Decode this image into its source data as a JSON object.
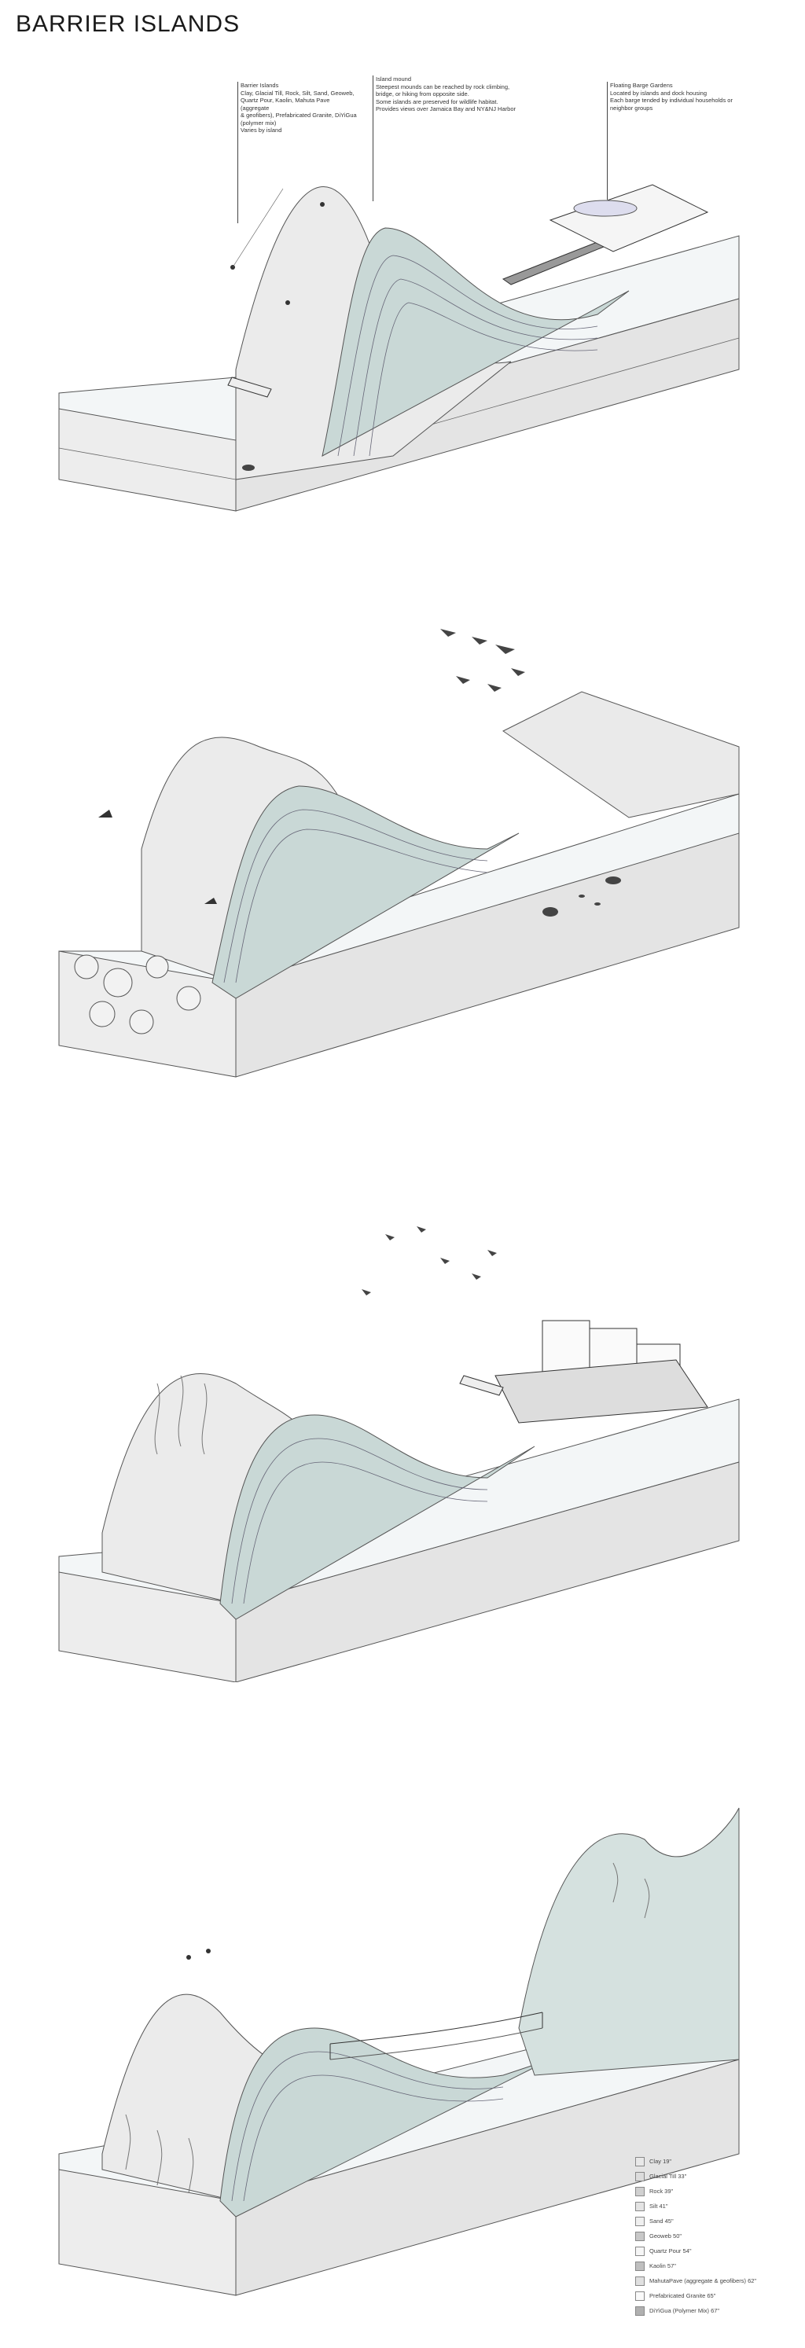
{
  "title": "BARRIER ISLANDS",
  "annotations": {
    "barrier_islands": "Barrier Islands\nClay, Glacial Till, Rock, Silt, Sand, Geoweb,\nQuartz Pour, Kaolin, Mahuta Pave (aggregate\n& geofibers), Prefabricated Granite, DiYiGua\n(polymer mix)\nVaries by island",
    "island_mound": "Island mound\nSteepest mounds can be reached by rock climbing,\nbridge, or hiking from opposite side.\nSome islands are preserved for wildlife habitat.\nProvides views over Jamaica Bay and NY&NJ Harbor",
    "floating_barge": "Floating Barge Gardens\nLocated by islands and dock housing\nEach barge tended by individual households or\nneighbor groups"
  },
  "legend": [
    {
      "label": "Clay 19\"",
      "color": "#e8e8e8"
    },
    {
      "label": "Glacial Till 33\"",
      "color": "#dcdcdc"
    },
    {
      "label": "Rock 39\"",
      "color": "#d0d0d0"
    },
    {
      "label": "Silt 41\"",
      "color": "#e4e4e4"
    },
    {
      "label": "Sand 45\"",
      "color": "#f0f0f0"
    },
    {
      "label": "Geoweb 50\"",
      "color": "#c8c8c8"
    },
    {
      "label": "Quartz Pour 54\"",
      "color": "#f6f6f6"
    },
    {
      "label": "Kaolin 57\"",
      "color": "#bfbfbf"
    },
    {
      "label": "MahutaPave (aggregate & geofibers) 62\"",
      "color": "#e0e0e0"
    },
    {
      "label": "Prefabricated Granite 65\"",
      "color": "#fafafa"
    },
    {
      "label": "DiYiGua (Polymer Mix) 67\"",
      "color": "#b0b0b0"
    }
  ],
  "colors": {
    "mound_strata": "#c9d8d6",
    "mound_light": "#dfe8e6",
    "island_face": "#ececec",
    "water_top": "#f2f6f7",
    "box_line": "#555555"
  },
  "scenes": [
    {
      "name": "scene-1-access",
      "icons": [
        "climber-icon",
        "boat-icon",
        "diver-icon",
        "floating-barge-icon",
        "pier-icon"
      ]
    },
    {
      "name": "scene-2-habitat",
      "icons": [
        "bird-flock-icon",
        "rubble-icon",
        "turtle-icon",
        "fish-icon",
        "marsh-icon"
      ]
    },
    {
      "name": "scene-3-housing",
      "icons": [
        "bird-flock-icon",
        "vine-icon",
        "dock-housing-icon",
        "boat-icon"
      ]
    },
    {
      "name": "scene-4-bridge",
      "icons": [
        "hikers-icon",
        "suspension-bridge-icon",
        "rock-climbing-icon",
        "vegetation-icon"
      ]
    }
  ]
}
